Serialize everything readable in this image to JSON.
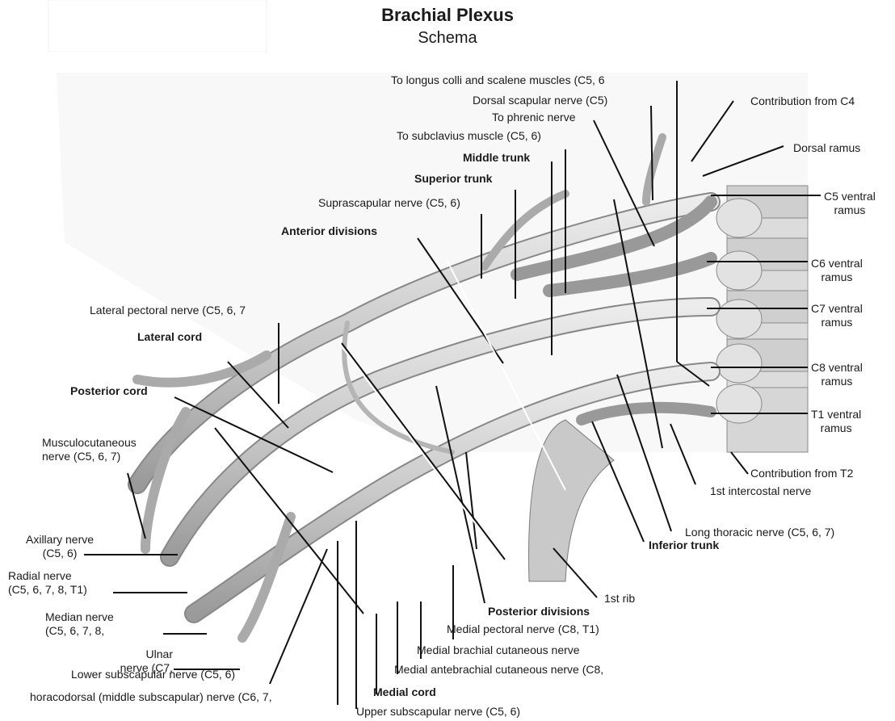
{
  "title": "Brachial Plexus",
  "subtitle": "Schema",
  "labels": {
    "longus_colli": "To longus colli and scalene muscles (C5, 6",
    "contribution_c4": "Contribution from C4",
    "dorsal_scapular": "Dorsal scapular nerve (C5)",
    "phrenic": "To phrenic nerve",
    "subclavius": "To subclavius muscle (C5, 6)",
    "dorsal_ramus": "Dorsal ramus",
    "middle_trunk": "Middle trunk",
    "superior_trunk": "Superior trunk",
    "suprascapular": "Suprascapular nerve (C5, 6)",
    "c5_l1": "C5 ventral",
    "c5_l2": "ramus",
    "anterior_divisions": "Anterior divisions",
    "c6_l1": "C6 ventral",
    "c6_l2": "ramus",
    "c7_l1": "C7 ventral",
    "c7_l2": "ramus",
    "lateral_pectoral": "Lateral pectoral nerve (C5, 6, 7",
    "lateral_cord": "Lateral cord",
    "c8_l1": "C8 ventral",
    "c8_l2": "ramus",
    "posterior_cord": "Posterior cord",
    "t1_l1": "T1 ventral",
    "t1_l2": "ramus",
    "musculocutaneous_l1": "Musculocutaneous",
    "musculocutaneous_l2": "nerve (C5, 6, 7)",
    "contribution_t2": "Contribution from T2",
    "first_intercostal": "1st intercostal nerve",
    "long_thoracic": "Long thoracic nerve (C5, 6, 7)",
    "axillary_l1": "Axillary nerve",
    "axillary_l2": "(C5, 6)",
    "inferior_trunk": "Inferior trunk",
    "radial_l1": "Radial nerve",
    "radial_l2": "(C5, 6, 7, 8, T1)",
    "first_rib": "1st rib",
    "median_l1": "Median nerve",
    "median_l2": "(C5, 6, 7, 8,",
    "posterior_divisions": "Posterior divisions",
    "medial_pectoral": "Medial pectoral nerve (C8, T1)",
    "ulnar_l1": "Ulnar",
    "ulnar_l2": "nerve (C7,",
    "medial_brachial": "Medial brachial cutaneous nerve",
    "lower_subscapular": "Lower subscapular nerve (C5, 6)",
    "medial_antebrachial": "Medial antebrachial cutaneous nerve (C8,",
    "thoracodorsal": "horacodorsal (middle subscapular) nerve (C6, 7,",
    "medial_cord": "Medial cord",
    "upper_subscapular": "Upper subscapular nerve (C5, 6)"
  }
}
